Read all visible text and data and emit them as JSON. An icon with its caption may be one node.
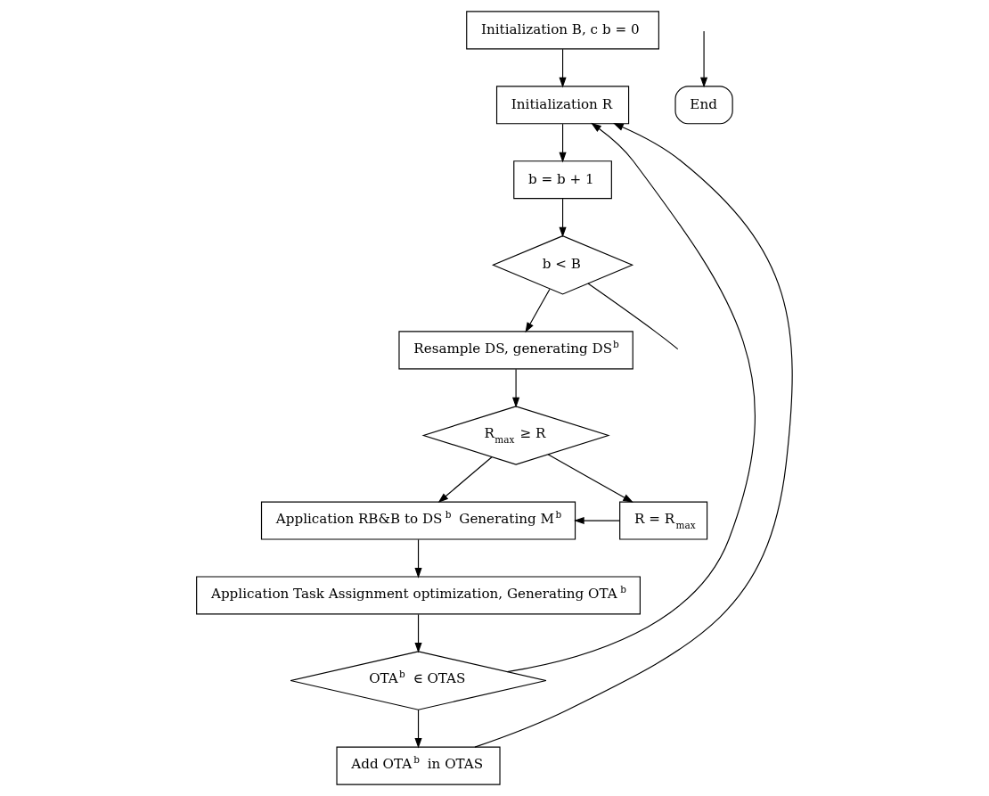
{
  "diagram": {
    "nodes": [
      {
        "text": [
          "Initialization B, c b = 0"
        ]
      },
      {
        "text": [
          "Initialization R"
        ]
      },
      {
        "text": [
          "b = b + 1"
        ]
      },
      {
        "text": [
          "b < B"
        ]
      },
      {
        "text": [
          "Resample DS, generating DS$^{b}$"
        ]
      },
      {
        "text": [
          "R$_{max}$ ≥ R"
        ]
      },
      {
        "text": [
          "Application RB&B to DS$^{b}$ Generating M$^{b}$"
        ]
      },
      {
        "text": [
          "Application Task Assignment optimization, Generating OTA$^{b}$"
        ]
      },
      {
        "text": [
          "R = R$_{max}$"
        ]
      },
      {
        "text": [
          "OTA$^{b}$ ∈ OTAS"
        ]
      },
      {
        "text": [
          "Add OTA$^{b}$ in OTAS"
        ]
      },
      {
        "text": [
          "End"
        ]
      }
    ],
    "edges": [
      {
        "from": 0,
        "to": 1,
        "arrow": "to"
      },
      {
        "from": 1,
        "to": 2,
        "arrow": "to"
      },
      {
        "from": 2,
        "to": 3,
        "arrow": "to"
      },
      {
        "from": 3,
        "to": 4,
        "arrow": "to"
      },
      {
        "from": 3,
        "to": null,
        "arrow": "none"
      },
      {
        "from": 4,
        "to": 5,
        "arrow": "to"
      },
      {
        "from": 5,
        "to": 6,
        "arrow": "to"
      },
      {
        "from": 5,
        "to": 8,
        "arrow": "to"
      },
      {
        "from": 8,
        "to": 6,
        "arrow": "to"
      },
      {
        "from": 6,
        "to": 7,
        "arrow": "to"
      },
      {
        "from": 7,
        "to": 9,
        "arrow": "to"
      },
      {
        "from": 9,
        "to": 10,
        "arrow": "to"
      },
      {
        "from": 9,
        "to": 1,
        "arrow": "to"
      },
      {
        "from": 10,
        "to": 1,
        "arrow": "to"
      },
      {
        "from": null,
        "to": 11,
        "arrow": "to"
      }
    ]
  }
}
